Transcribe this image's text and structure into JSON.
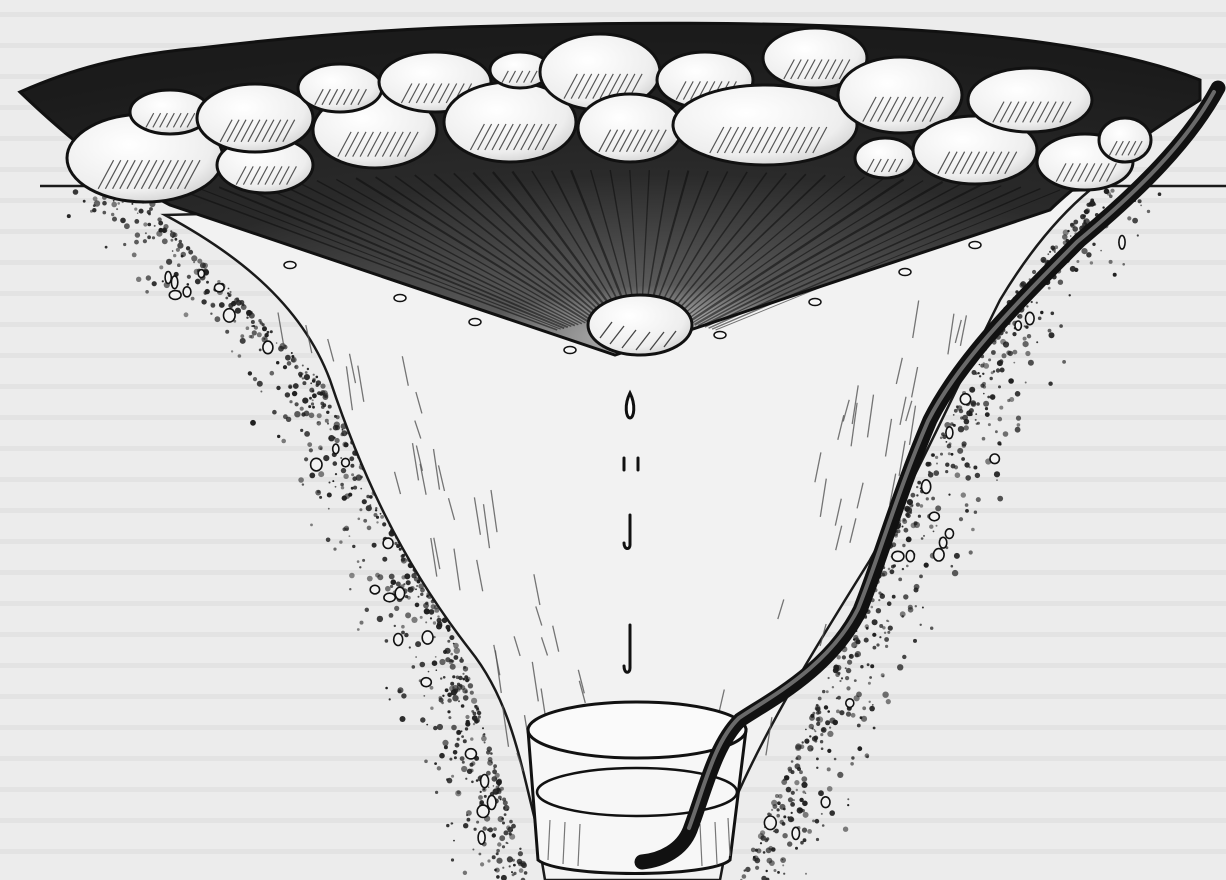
{
  "figure": {
    "subject": "solar still",
    "components": [
      "stones-on-sheet-edge",
      "plastic-sheet",
      "center-weight-stone",
      "condensation-drops",
      "collection-container",
      "drinking-tube",
      "soil-pit"
    ]
  },
  "colors": {
    "background": "#ececec",
    "soil": "#2a2a2a",
    "sheet": "#1e1e1e",
    "stone": "#f4f4f4",
    "ink": "#1a1a1a",
    "cup": "#f7f7f7"
  }
}
